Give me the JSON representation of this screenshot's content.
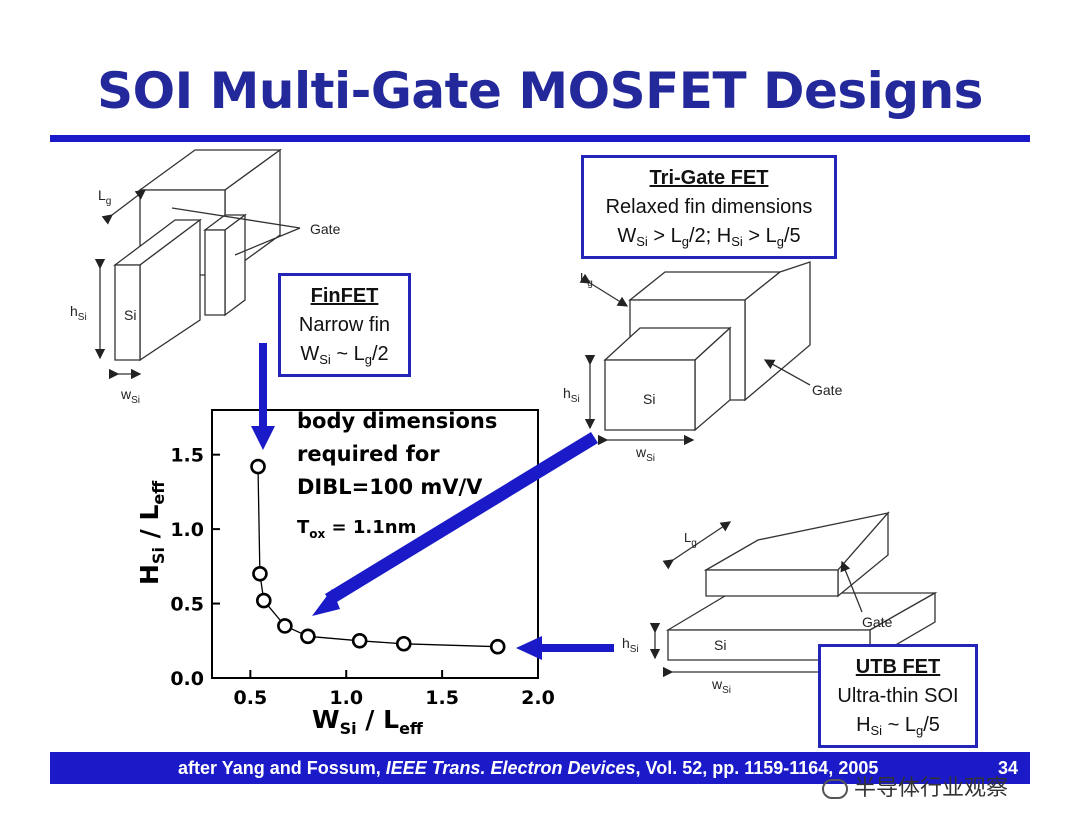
{
  "slide": {
    "title": "SOI Multi-Gate MOSFET Designs",
    "page_number": "34",
    "citation": {
      "prefix": "after Yang and Fossum, ",
      "journal": "IEEE Trans. Electron Devices",
      "suffix": ", Vol. 52, pp. 1159-1164, 2005"
    },
    "watermark": "半导体行业观察"
  },
  "finfet_box": {
    "heading": "FinFET",
    "line1": "Narrow fin",
    "line2_prefix": "W",
    "line2_sub1": "Si",
    "line2_mid": " ~ L",
    "line2_sub2": "g",
    "line2_suffix": "/2"
  },
  "trigate_box": {
    "heading": "Tri-Gate FET",
    "line1": "Relaxed fin dimensions",
    "line2": {
      "a": "W",
      "a_sub": "Si",
      "b": " > L",
      "b_sub": "g",
      "c": "/2; H",
      "c_sub": "Si",
      "d": " > L",
      "d_sub": "g",
      "e": "/5"
    }
  },
  "utb_box": {
    "heading": "UTB FET",
    "line1": "Ultra-thin SOI",
    "line2_prefix": "H",
    "line2_sub1": "Si",
    "line2_mid": " ~ L",
    "line2_sub2": "g",
    "line2_suffix": "/5"
  },
  "diagram_labels": {
    "finfet": {
      "lg": "L",
      "lg_sub": "g",
      "gate": "Gate",
      "hsi": "h",
      "hsi_sub": "Si",
      "si": "Si",
      "wsi": "w",
      "wsi_sub": "Si"
    },
    "trigate": {
      "lg": "L",
      "lg_sub": "g",
      "gate": "Gate",
      "hsi": "h",
      "hsi_sub": "Si",
      "si": "Si",
      "wsi": "w",
      "wsi_sub": "Si"
    },
    "utb": {
      "lg": "L",
      "lg_sub": "g",
      "gate": "Gate",
      "hsi": "h",
      "hsi_sub": "Si",
      "si": "Si",
      "wsi": "w",
      "wsi_sub": "Si"
    }
  },
  "chart_data": {
    "type": "line",
    "annotation": {
      "line1": "body dimensions",
      "line2": "required for",
      "line3": "DIBL=100 mV/V",
      "tox": "T",
      "tox_sub": "ox",
      "tox_val": " = 1.1nm"
    },
    "xlabel": {
      "main": "W",
      "sub1": "Si",
      "slash": " / L",
      "sub2": "eff"
    },
    "ylabel": {
      "main": "H",
      "sub1": "Si",
      "slash": " / L",
      "sub2": "eff"
    },
    "xlim": [
      0.3,
      2.0
    ],
    "ylim": [
      0.0,
      1.8
    ],
    "xticks": [
      0.5,
      1.0,
      1.5,
      2.0
    ],
    "xtick_labels": [
      "0.5",
      "1.0",
      "1.5",
      "2.0"
    ],
    "yticks": [
      0.0,
      0.5,
      1.0,
      1.5
    ],
    "ytick_labels": [
      "0.0",
      "0.5",
      "1.0",
      "1.5"
    ],
    "series": [
      {
        "x": [
          0.54,
          0.55,
          0.57,
          0.68,
          0.8,
          1.07,
          1.3,
          1.79
        ],
        "y": [
          1.42,
          0.7,
          0.52,
          0.35,
          0.28,
          0.25,
          0.23,
          0.21
        ]
      }
    ],
    "grid": false,
    "accent_color": "#1a1ac8"
  }
}
